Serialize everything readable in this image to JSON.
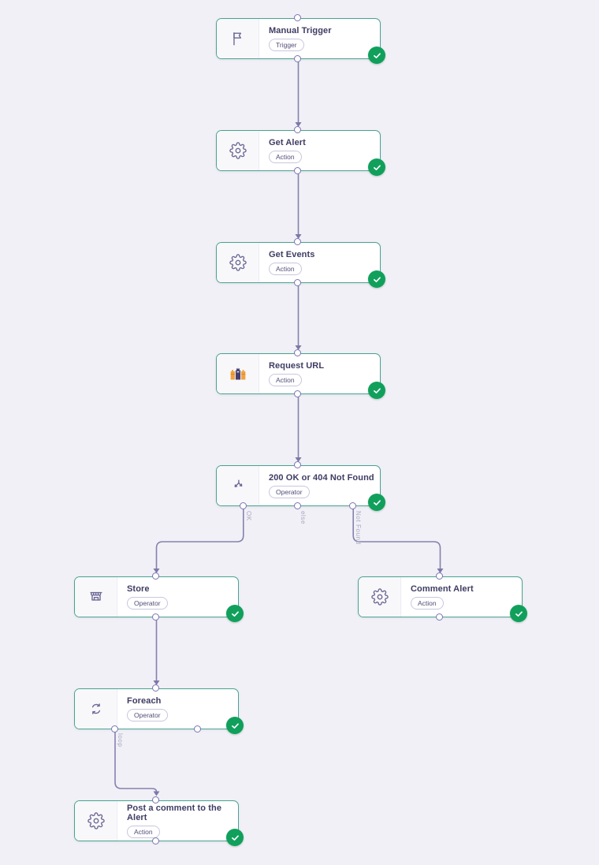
{
  "workflow": {
    "nodes": [
      {
        "title": "Manual Trigger",
        "badge": "Trigger",
        "icon": "flag-icon",
        "status": "success"
      },
      {
        "title": "Get Alert",
        "badge": "Action",
        "icon": "gear-icon",
        "status": "success"
      },
      {
        "title": "Get Events",
        "badge": "Action",
        "icon": "gear-icon",
        "status": "success"
      },
      {
        "title": "Request URL",
        "badge": "Action",
        "icon": "urlscan-logo-icon",
        "status": "success"
      },
      {
        "title": "200 OK or 404 Not Found",
        "badge": "Operator",
        "icon": "branch-split-icon",
        "status": "success",
        "output_labels": [
          "OK",
          "else",
          "Not Found"
        ]
      },
      {
        "title": "Store",
        "badge": "Operator",
        "icon": "store-icon",
        "status": "success"
      },
      {
        "title": "Comment Alert",
        "badge": "Action",
        "icon": "gear-icon",
        "status": "success"
      },
      {
        "title": "Foreach",
        "badge": "Operator",
        "icon": "loop-icon",
        "status": "success",
        "output_labels": [
          "loop"
        ]
      },
      {
        "title": "Post a comment to the Alert",
        "badge": "Action",
        "icon": "gear-icon",
        "status": "success"
      }
    ],
    "branch_labels": {
      "ok": "OK",
      "else": "else",
      "not_found": "Not Found",
      "loop": "loop"
    },
    "colors": {
      "canvas": "#f0f0f6",
      "node_border": "#4aa38f",
      "success_check": "#10a05c",
      "connector": "#8781ae",
      "icon": "#6c6894"
    }
  }
}
